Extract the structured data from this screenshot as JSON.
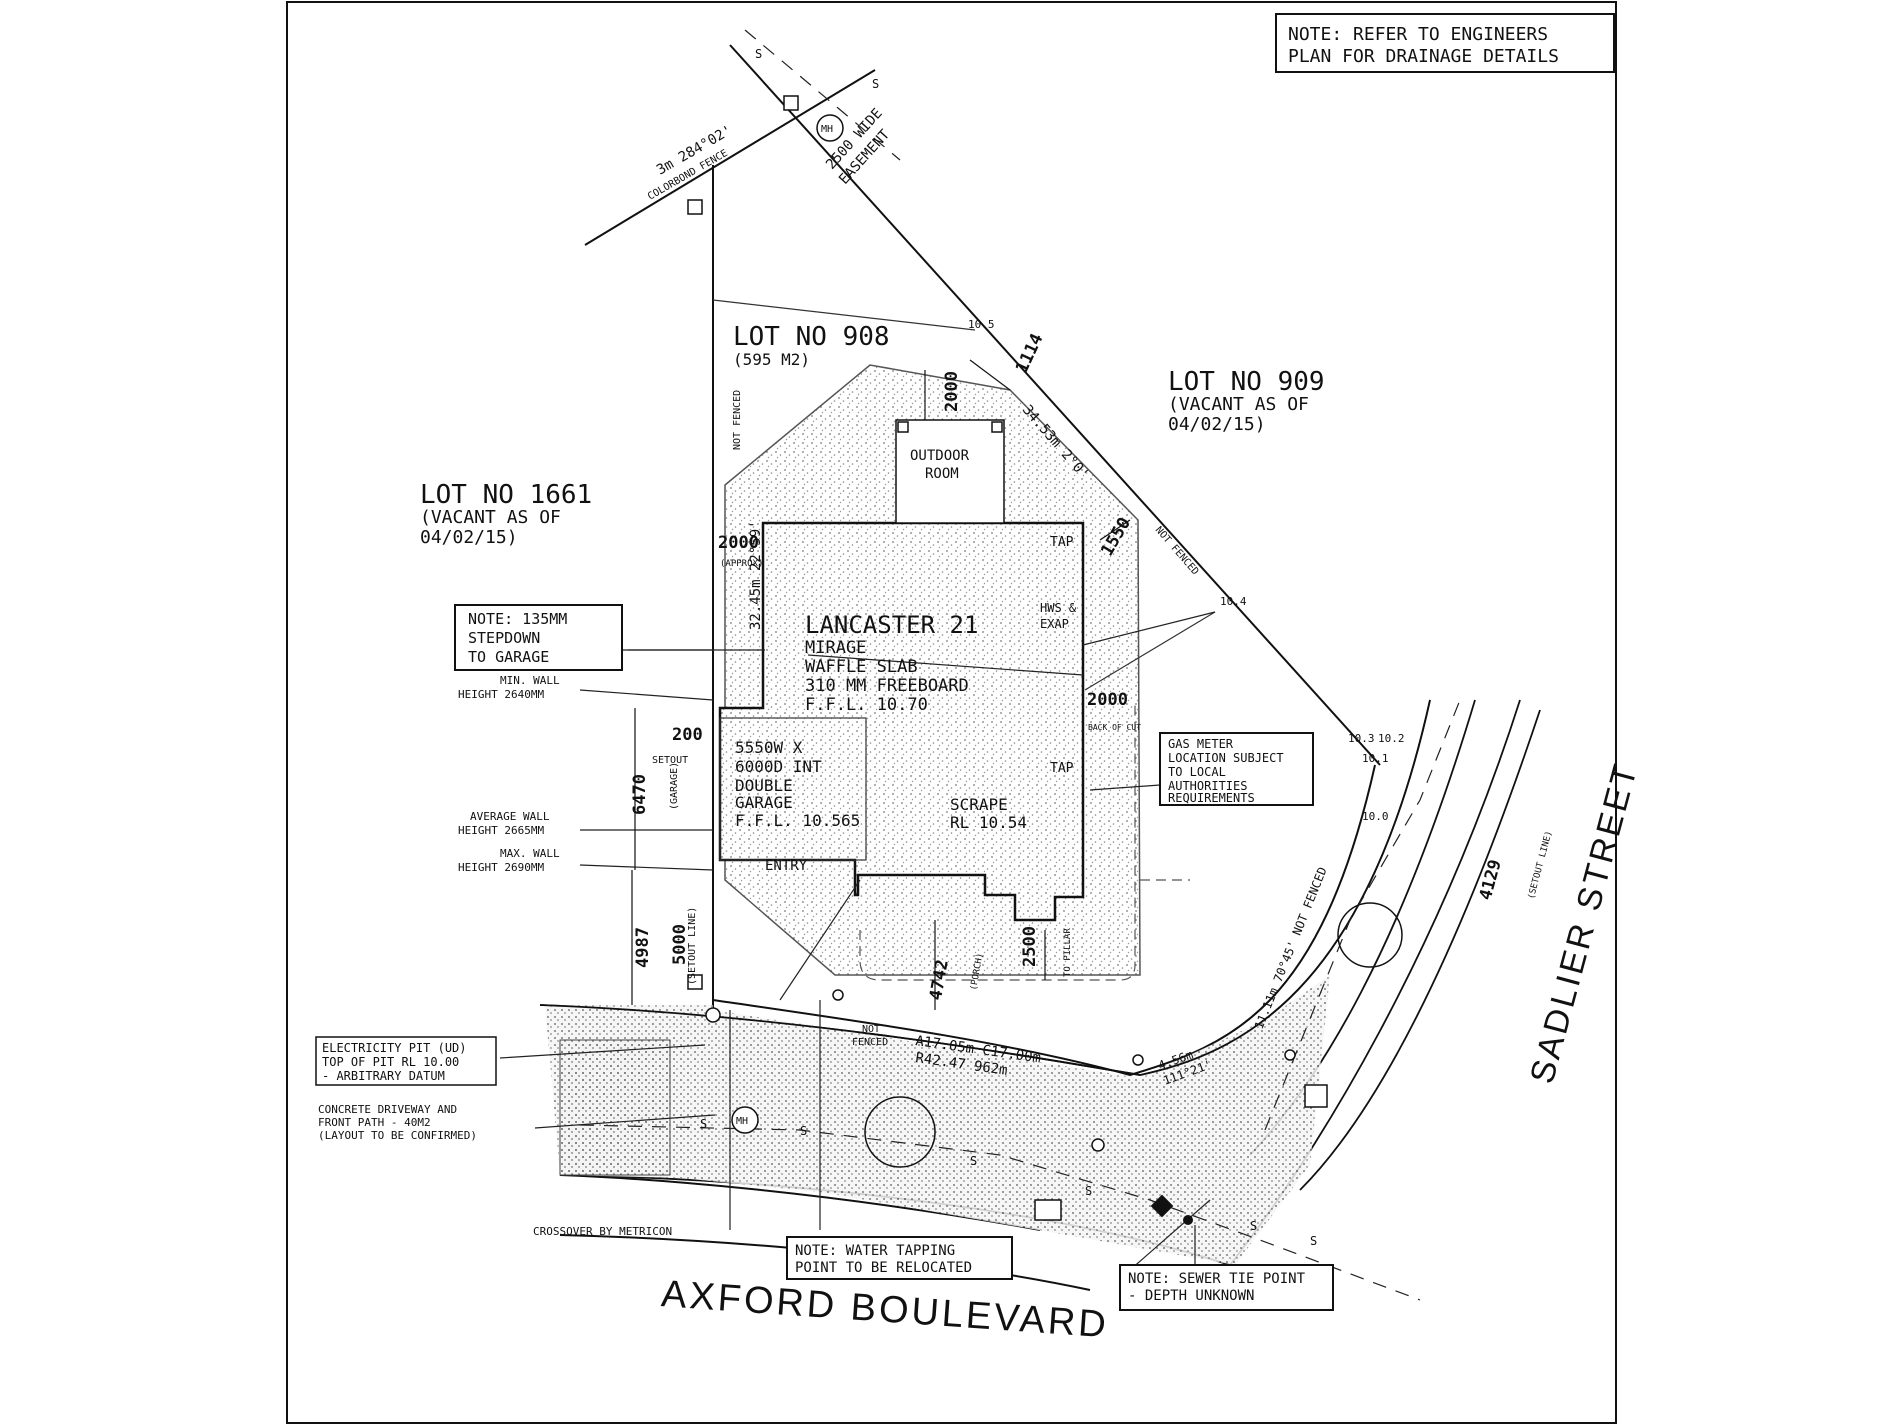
{
  "notes": {
    "drainage": [
      "NOTE: REFER TO ENGINEERS",
      "PLAN FOR DRAINAGE DETAILS"
    ],
    "stepdown": [
      "NOTE: 135MM",
      "STEPDOWN",
      "TO GARAGE"
    ],
    "gas_meter": [
      "GAS METER",
      "LOCATION SUBJECT",
      "TO LOCAL",
      "AUTHORITIES",
      "REQUIREMENTS"
    ],
    "electricity": [
      "ELECTRICITY PIT (UD)",
      "TOP OF PIT  RL 10.00",
      "- ARBITRARY DATUM"
    ],
    "water": [
      "NOTE: WATER TAPPING",
      "POINT TO BE RELOCATED"
    ],
    "sewer": [
      "NOTE: SEWER TIE POINT",
      "- DEPTH UNKNOWN"
    ]
  },
  "lots": {
    "lot908": [
      "LOT NO 908",
      "(595 M2)"
    ],
    "lot909": [
      "LOT NO 909",
      "(VACANT AS OF",
      "04/02/15)"
    ],
    "lot1661": [
      "LOT NO 1661",
      "(VACANT AS OF",
      "04/02/15)"
    ]
  },
  "house": {
    "name": "LANCASTER 21",
    "details": [
      "MIRAGE",
      "WAFFLE SLAB",
      "310 MM FREEBOARD",
      "F.F.L. 10.70"
    ],
    "garage": [
      "5550W X",
      "6000D INT",
      "DOUBLE",
      "GARAGE",
      "F.F.L. 10.565"
    ],
    "scrape": [
      "SCRAPE",
      "RL 10.54"
    ],
    "entry": "ENTRY",
    "outdoor_room": [
      "OUTDOOR",
      "ROOM"
    ],
    "tap_top": "TAP",
    "tap_bottom": "TAP",
    "hws": [
      "HWS &",
      "EXAP"
    ]
  },
  "walls": {
    "min": [
      "MIN. WALL",
      "HEIGHT 2640MM"
    ],
    "avg": [
      "AVERAGE WALL",
      "HEIGHT 2665MM"
    ],
    "max": [
      "MAX. WALL",
      "HEIGHT 2690MM"
    ]
  },
  "driveway": [
    "CONCRETE DRIVEWAY AND",
    "FRONT PATH - 40M2",
    "(LAYOUT TO BE CONFIRMED)"
  ],
  "crossover": "CROSSOVER BY METRICON",
  "streets": {
    "axford": "AXFORD BOULEVARD",
    "sadlier": "SADLIER STREET"
  },
  "dims": {
    "d2000_top": "2000",
    "d2000_left": "2000",
    "d2000_right": "2000",
    "d1114": "1114",
    "d1550": "1550",
    "d200": "200",
    "d6470": "6470",
    "d4987": "4987",
    "d5000": "5000",
    "d4742": "4742",
    "d2500": "2500",
    "d4129": "4129"
  },
  "dim_tags": {
    "approx": "(APPROX)",
    "back_of_cut": "BACK OF CUT",
    "setout": "SETOUT",
    "garage": "(GARAGE)",
    "setout_line": "(SETOUT LINE)",
    "porch": "(PORCH)",
    "to_pillar": "TO PILLAR",
    "setout_line2": "(SETOUT LINE)"
  },
  "boundaries": {
    "left": "32.45m  22°59'",
    "left_fence": "NOT FENCED",
    "right": "34.53m  2°0'",
    "right_fence": "NOT FENCED",
    "top": "3m  284°02'",
    "top_fence": "COLORBOND FENCE",
    "easement": [
      "2500 WIDE",
      "EASEMENT"
    ],
    "front": [
      "A17.05m  C17.00m",
      "R42.47  962m"
    ],
    "front_fence": [
      "NOT",
      "FENCED"
    ],
    "corner": [
      "4.56m",
      "111°21'"
    ],
    "sadlier": "11.11m  70°45' NOT FENCED"
  },
  "levels": {
    "l105": "10.5",
    "l104": "10.4",
    "l103": "10.3",
    "l102": "10.2",
    "l101": "10.1",
    "l100": "10.0"
  },
  "symbols": {
    "mh": "MH",
    "sewer": "S"
  }
}
